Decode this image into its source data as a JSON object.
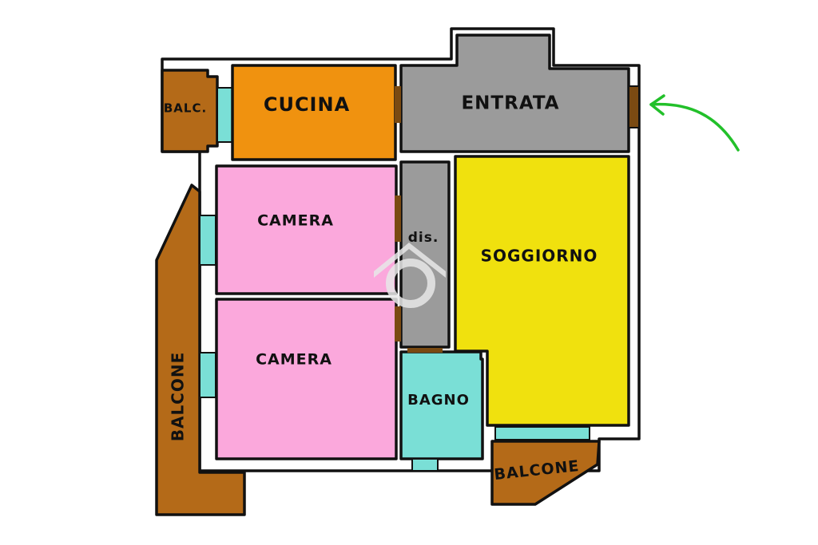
{
  "colors": {
    "kitchen": "#F0920F",
    "entrance": "#9B9B9B",
    "bedroom": "#FBA8DC",
    "corridor": "#9B9B9B",
    "living": "#F0E10E",
    "bathroom": "#7ADFD6",
    "balcony": "#B46A18",
    "window": "#7ADFD6",
    "door": "#7A4A12",
    "arrow": "#22C02A",
    "walls": "#111111",
    "logo": "#E8E8E8"
  },
  "rooms": {
    "balcony_small": {
      "label": "BALC."
    },
    "kitchen": {
      "label": "CUCINA"
    },
    "entrance": {
      "label": "ENTRATA"
    },
    "bedroom_1": {
      "label": "CAMERA"
    },
    "corridor": {
      "label": "dis."
    },
    "living": {
      "label": "SOGGIORNO"
    },
    "bedroom_2": {
      "label": "CAMERA"
    },
    "bathroom": {
      "label": "BAGNO"
    },
    "balcony_left": {
      "label": "BALCONE"
    },
    "balcony_bottom": {
      "label": "BALCONE"
    }
  },
  "icons": {
    "entrance_arrow": "curved-arrow-icon",
    "watermark": "house-logo-icon"
  }
}
